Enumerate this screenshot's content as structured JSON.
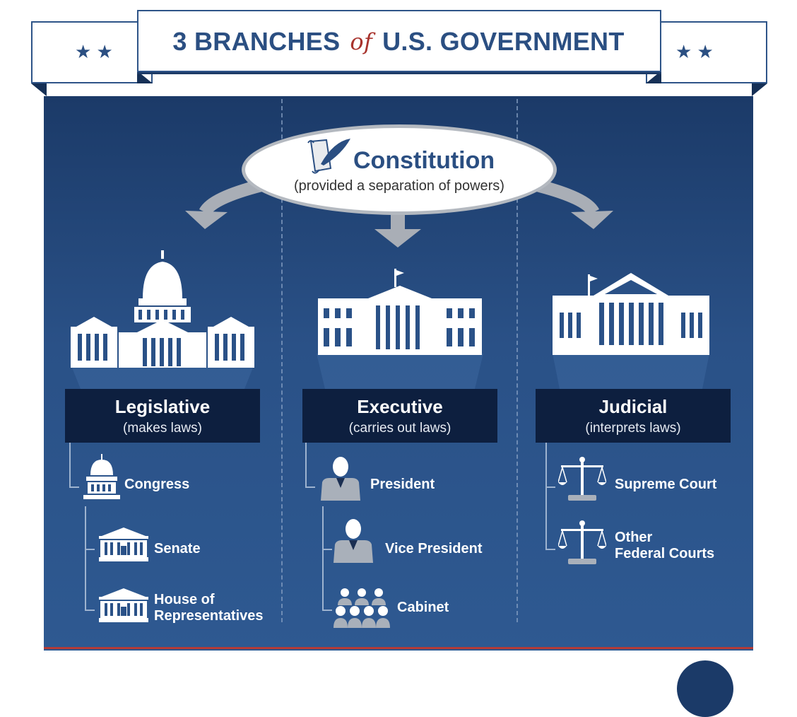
{
  "title": {
    "part1": "3 BRANCHES",
    "connector": "of",
    "part2": "U.S. GOVERNMENT"
  },
  "stars": "★ ★",
  "constitution": {
    "title": "Constitution",
    "subtitle": "(provided a separation of powers)"
  },
  "branches": [
    {
      "name": "Legislative",
      "role": "(makes laws)",
      "items": [
        {
          "label": "Congress"
        },
        {
          "label": "Senate"
        },
        {
          "label": "House of Representatives",
          "line1": "House of",
          "line2": "Representatives"
        }
      ]
    },
    {
      "name": "Executive",
      "role": "(carries out laws)",
      "items": [
        {
          "label": "President"
        },
        {
          "label": "Vice President"
        },
        {
          "label": "Cabinet"
        }
      ]
    },
    {
      "name": "Judicial",
      "role": "(interprets laws)",
      "items": [
        {
          "label": "Supreme Court"
        },
        {
          "label": "Other Federal Courts",
          "line1": "Other",
          "line2": "Federal Courts"
        }
      ]
    }
  ],
  "colors": {
    "navy": "#2b4f82",
    "dark": "#0d1f3f",
    "accent": "#a8332d",
    "panel": "#2a5187"
  }
}
